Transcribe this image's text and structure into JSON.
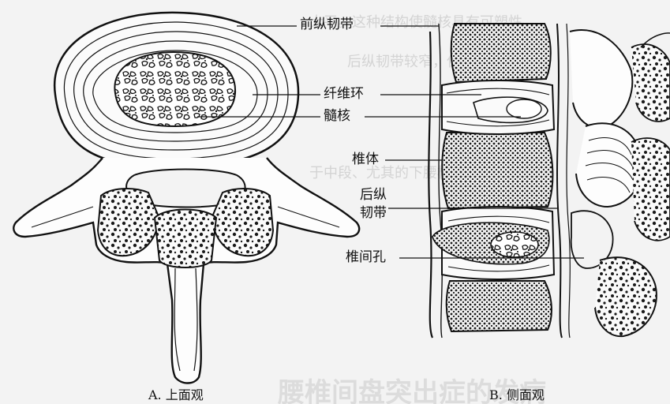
{
  "labels": {
    "anterior_longitudinal_ligament": "前纵韧带",
    "annulus_fibrosus": "纤维环",
    "nucleus_pulposus": "髓核",
    "vertebral_body": "椎体",
    "posterior_longitudinal_ligament_line1": "后纵",
    "posterior_longitudinal_ligament_line2": "韧带",
    "intervertebral_foramen": "椎间孔"
  },
  "captions": {
    "top_view": "A. 上面观",
    "side_view": "B. 侧面观"
  },
  "bleed_through_text": {
    "line1": "大平。这种结构使髓核具有可塑性...",
    "line2": "后纵韧带较窄，保护能力较弱",
    "line3": "于中段、尤其的下腰椎，内大、为脊柱",
    "heading": "腰椎间盘突出症的发病"
  },
  "colors": {
    "ink": "#111111",
    "paper": "#f3f3f3",
    "ghost": "#9a9a9a"
  }
}
